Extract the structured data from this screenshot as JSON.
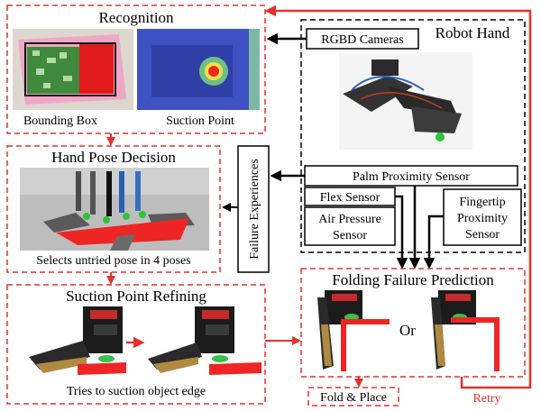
{
  "colors": {
    "accent_red": "#e4322b",
    "box_border": "#000000",
    "dashed_red": "#e4322b"
  },
  "recognition": {
    "title": "Recognition",
    "bounding_box_caption": "Bounding Box",
    "suction_point_caption": "Suction Point"
  },
  "hand_pose": {
    "title": "Hand Pose Decision",
    "caption": "Selects untried pose in 4 poses"
  },
  "suction_refining": {
    "title": "Suction Point Refining",
    "caption": "Tries to suction object edge"
  },
  "failure_experiences": "Failure Experiences",
  "robot_hand": {
    "title": "Robot Hand",
    "rgbd_cameras": "RGBD Cameras",
    "palm_proximity_sensor": "Palm Proximity Sensor",
    "flex_sensor": "Flex Sensor",
    "air_pressure_sensor": [
      "Air Pressure",
      "Sensor"
    ],
    "fingertip_proximity_sensor": [
      "Fingertip",
      "Proximity",
      "Sensor"
    ]
  },
  "folding_prediction": {
    "title": "Folding Failure Prediction",
    "or_label": "Or"
  },
  "fold_place": "Fold & Place",
  "retry": "Retry"
}
